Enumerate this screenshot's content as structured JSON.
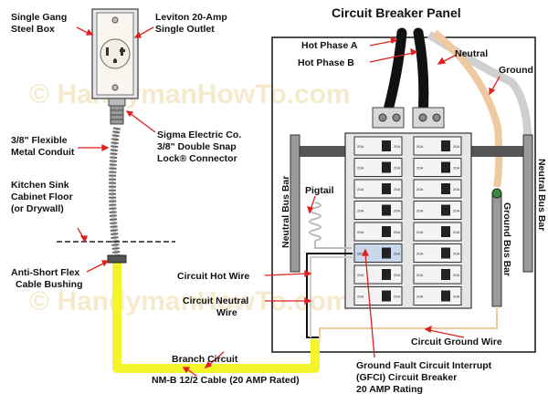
{
  "title": "Circuit Breaker Panel",
  "watermark": "© HandymanHowTo.com",
  "labels": {
    "box": [
      "Single Gang",
      "Steel Box"
    ],
    "outlet": [
      "Leviton 20-Amp",
      "Single Outlet"
    ],
    "conduit": [
      "3/8\" Flexible",
      "Metal Conduit"
    ],
    "connector": [
      "Sigma Electric Co.",
      "3/8\" Double Snap",
      "Lock® Connector"
    ],
    "floor": [
      "Kitchen Sink",
      "Cabinet Floor",
      "(or Drywall)"
    ],
    "bushing": [
      "Anti-Short Flex",
      "Cable Bushing"
    ],
    "hot_phase_a": "Hot Phase A",
    "hot_phase_b": "Hot Phase B",
    "neutral": "Neutral",
    "ground": "Ground",
    "neutral_bus_left": "Neutral Bus Bar",
    "neutral_bus_right": "Neutral Bus Bar",
    "ground_bus": "Ground Bus Bar",
    "pigtail": "Pigtail",
    "circuit_hot": "Circuit Hot Wire",
    "circuit_neutral": [
      "Circuit Neutral",
      "Wire"
    ],
    "circuit_ground": "Circuit Ground Wire",
    "branch": "Branch Circuit",
    "cable": "NM-B 12/2 Cable (20 AMP Rated)",
    "gfci": [
      "Ground Fault Circuit Interrupt",
      "(GFCI) Circuit Breaker",
      "20 AMP Rating"
    ]
  },
  "breaker_text": "20A",
  "gfci_text": "GFCI",
  "colors": {
    "cable_yellow": "#f4f42a",
    "ground_wire": "#e8b482",
    "hot_wire": "#111111",
    "neutral_wire": "#d8d8d8",
    "watermark": "#e8c46e"
  }
}
